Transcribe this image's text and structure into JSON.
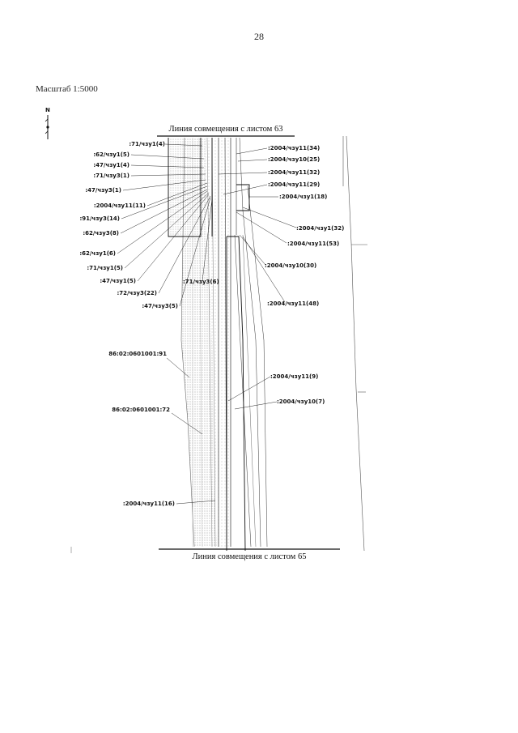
{
  "page": {
    "number": "28",
    "scale": "Масштаб 1:5000"
  },
  "north_arrow": {
    "letter": "N"
  },
  "match_lines": {
    "top": "Линия совмещения с листом 63",
    "bottom": "Линия совмещения с листом 65"
  },
  "left_labels": [
    ":71/чзу1(4)",
    ":62/чзу1(5)",
    ":47/чзу1(4)",
    ":71/чзу3(1)",
    ":47/чзу3(1)",
    ":2004/чзу11(11)",
    ":91/чзу3(14)",
    ":62/чзу3(8)",
    ":62/чзу1(6)",
    ":71/чзу1(5)",
    ":47/чзу1(5)",
    ":72/чзу3(22)",
    ":47/чзу3(5)",
    ":71/чзу3(6)"
  ],
  "right_labels": [
    ":2004/чзу11(34)",
    ":2004/чзу10(25)",
    ":2004/чзу11(32)",
    ":2004/чзу11(29)",
    ":2004/чзу1(18)",
    ":2004/чзу1(32)",
    ":2004/чзу11(53)",
    ":2004/чзу10(30)",
    ":2004/чзу11(48)",
    ":2004/чзу11(9)",
    ":2004/чзу10(7)"
  ],
  "parcel_labels": [
    "86:02:0601001:91",
    "86:02:0601001:72",
    ":2004/чзу11(16)"
  ]
}
